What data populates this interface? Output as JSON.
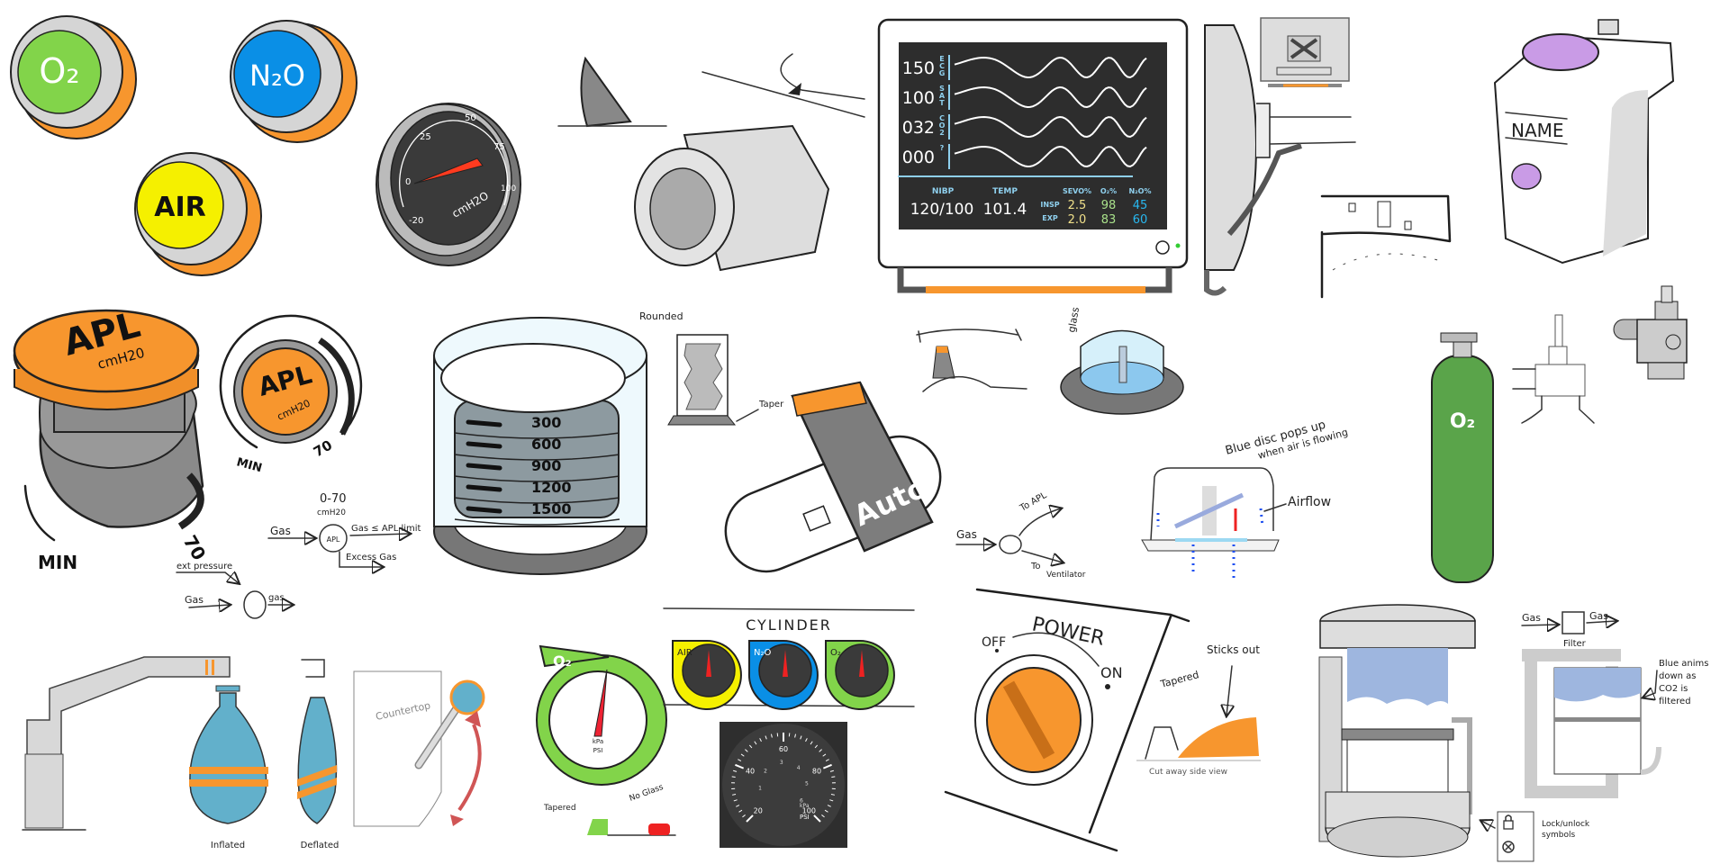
{
  "colors": {
    "orange": "#f7962e",
    "o2_green": "#82d44a",
    "n2o_blue": "#0a8fe6",
    "air_yellow": "#f5f000",
    "gauge_dark": "#3a3a3a",
    "needle_red": "#ff3b1f",
    "vapor_purple": "#c99be6",
    "cylinder_green": "#5aa44a",
    "bag_blue": "#62b0cb",
    "canister_blue": "#9eb6df"
  },
  "knobs": {
    "o2": "O₂",
    "n2o": "N₂O",
    "air": "AIR"
  },
  "pressure_gauge": {
    "ticks": [
      "-20",
      "0",
      "25",
      "50",
      "75",
      "100"
    ],
    "unit": "cmH2O"
  },
  "monitor": {
    "rows": [
      {
        "value": "150",
        "label": "ECG"
      },
      {
        "value": "100",
        "label": "SAT"
      },
      {
        "value": "032",
        "label": "CO2"
      },
      {
        "value": "000",
        "label": "?"
      }
    ],
    "nibp_label": "NIBP",
    "nibp_value": "120/100",
    "temp_label": "TEMP",
    "temp_value": "101.4",
    "gas_headers": [
      "SEVO%",
      "O₂%",
      "N₂O%"
    ],
    "insp_label": "INSP",
    "exp_label": "EXP",
    "insp_values": [
      "2.5",
      "98",
      "45"
    ],
    "exp_values": [
      "2.0",
      "83",
      "60"
    ]
  },
  "vaporizer": {
    "name_label": "NAME"
  },
  "apl": {
    "title": "APL",
    "unit": "cmH20",
    "min": "MIN",
    "max": "70"
  },
  "apl_diagram": {
    "range": "0-70",
    "range_unit": "cmH20",
    "gas_in": "Gas",
    "node": "APL",
    "gas_out": "Gas ≤ APL limit",
    "excess": "Excess Gas"
  },
  "ext_diagram": {
    "label": "ext pressure",
    "gas_in": "Gas",
    "gas_out": "gas"
  },
  "bellows": {
    "marks": [
      "300",
      "600",
      "900",
      "1200",
      "1500"
    ],
    "rounded": "Rounded",
    "taper": "Taper"
  },
  "auto_switch": {
    "label": "Auto"
  },
  "glass_dome": {
    "label": "glass"
  },
  "flow_diagram": {
    "gas": "Gas",
    "to_apl": "To APL",
    "to": "To",
    "ventilator": "Ventilator"
  },
  "valve": {
    "note_line1": "Blue disc pops up",
    "note_line2": "when air is flowing",
    "airflow": "Airflow"
  },
  "o2_cylinder": {
    "label": "O₂"
  },
  "bags": {
    "inflated": "Inflated",
    "deflated": "Deflated",
    "countertop": "Countertop"
  },
  "o2_gauge": {
    "label": "O₂",
    "unit1": "kPa",
    "unit2": "PSI",
    "tapered": "Tapered",
    "no_glass": "No Glass"
  },
  "cylinder_panel": {
    "title": "CYLINDER",
    "gauges": [
      "AIR",
      "N₂O",
      "O₂"
    ]
  },
  "psi_gauge": {
    "outer": [
      "20",
      "40",
      "60",
      "80",
      "100"
    ],
    "inner": [
      "1",
      "2",
      "3",
      "4",
      "5",
      "6"
    ],
    "unit_kpa": "kPa",
    "unit_psi": "PSI"
  },
  "power": {
    "title": "POWER",
    "off": "OFF",
    "on": "ON",
    "tapered": "Tapered",
    "sticks_out": "Sticks out",
    "caption": "Cut away side view"
  },
  "canister": {
    "gas_in": "Gas",
    "gas_out": "Gas",
    "filter": "Filter",
    "note": [
      "Blue anims",
      "down as",
      "CO2 is",
      "filtered"
    ],
    "lock_note": [
      "Lock/unlock",
      "symbols"
    ]
  }
}
